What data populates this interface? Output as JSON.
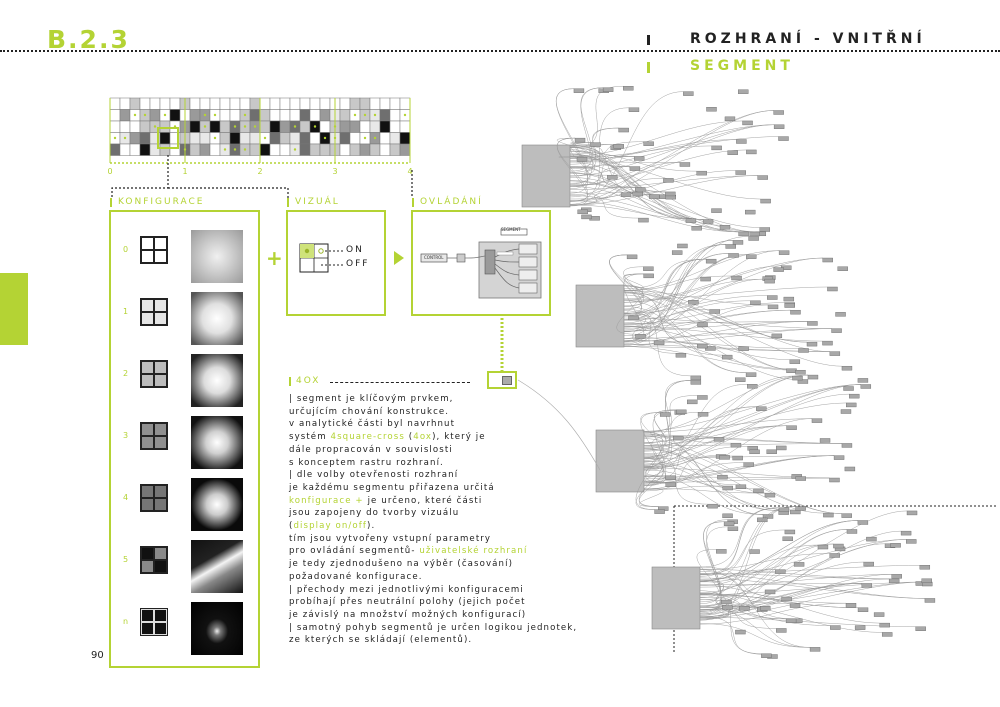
{
  "header": {
    "section_code": "B.2.3",
    "title": "ROZHRANÍ - VNITŘNÍ",
    "subtitle": "SEGMENT"
  },
  "strip": {
    "scale_labels": [
      "0",
      "1",
      "2",
      "3",
      "4"
    ]
  },
  "konfigurace": {
    "label": "KONFIGURACE",
    "rows": [
      {
        "num": "0",
        "fill": [
          "#ffffff",
          "#ffffff",
          "#ffffff",
          "#ffffff"
        ]
      },
      {
        "num": "1",
        "fill": [
          "#e6e6e6",
          "#e6e6e6",
          "#e6e6e6",
          "#e6e6e6"
        ]
      },
      {
        "num": "2",
        "fill": [
          "#bdbdbd",
          "#bdbdbd",
          "#bdbdbd",
          "#bdbdbd"
        ]
      },
      {
        "num": "3",
        "fill": [
          "#8f8f8f",
          "#8f8f8f",
          "#8f8f8f",
          "#8f8f8f"
        ]
      },
      {
        "num": "4",
        "fill": [
          "#767676",
          "#767676",
          "#767676",
          "#767676"
        ]
      },
      {
        "num": "5",
        "fill": [
          "#111111",
          "#8a8a8a",
          "#8a8a8a",
          "#111111"
        ]
      },
      {
        "num": "n",
        "fill": [
          "#111111",
          "#111111",
          "#111111",
          "#111111"
        ]
      }
    ]
  },
  "vizual": {
    "label": "VIZUÁL",
    "on_label": "ON",
    "off_label": "OFF"
  },
  "ovladani": {
    "label": "OVLÁDÁNÍ",
    "segment_tag": "SEGMENT",
    "control_tag": "CONTROL"
  },
  "plus_sign": "+",
  "fourx": {
    "label": "4OX"
  },
  "body_lines": [
    [
      {
        "t": "| segment je klíčovým prvkem,"
      }
    ],
    [
      {
        "t": "určujícím chování konstrukce."
      }
    ],
    [
      {
        "t": "v analytické části byl navrhnut"
      }
    ],
    [
      {
        "t": "systém "
      },
      {
        "t": "4square-cross",
        "h": true
      },
      {
        "t": " ("
      },
      {
        "t": "4ox",
        "h": true
      },
      {
        "t": "), který je"
      }
    ],
    [
      {
        "t": "dále propracován v souvislosti"
      }
    ],
    [
      {
        "t": "s konceptem rastru rozhraní."
      }
    ],
    [
      {
        "t": "| dle volby otevřenosti rozhraní"
      }
    ],
    [
      {
        "t": "je každému segmentu přiřazena určitá"
      }
    ],
    [
      {
        "t": "konfigurace +",
        "h": true
      },
      {
        "t": " je určeno, které části"
      }
    ],
    [
      {
        "t": "jsou zapojeny do tvorby vizuálu"
      }
    ],
    [
      {
        "t": "("
      },
      {
        "t": "display on/off",
        "h": true
      },
      {
        "t": ")."
      }
    ],
    [
      {
        "t": "tím jsou vytvořeny vstupní parametry"
      }
    ],
    [
      {
        "t": "pro ovládání segmentů- "
      },
      {
        "t": "uživatelské rozhraní",
        "h": true
      }
    ],
    [
      {
        "t": "je tedy zjednodušeno na výběr (časování)"
      }
    ],
    [
      {
        "t": "požadované konfigurace."
      }
    ],
    [
      {
        "t": "| přechody mezi jednotlivými konfiguracemi"
      }
    ],
    [
      {
        "t": "probíhají přes neutrální polohy (jejich počet"
      }
    ],
    [
      {
        "t": "je závislý na množství možných konfigurací)"
      }
    ],
    [
      {
        "t": "| samotný pohyb segmentů je určen logikou jednotek,"
      }
    ],
    [
      {
        "t": "ze kterých se skládají (elementů)."
      }
    ]
  ],
  "page_number": "90",
  "colors": {
    "accent": "#b4d334",
    "ink": "#222222"
  }
}
